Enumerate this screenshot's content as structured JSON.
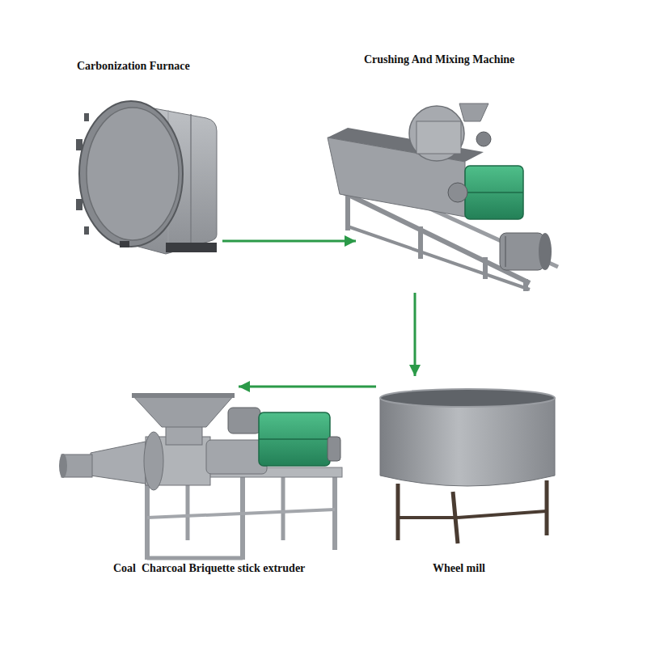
{
  "diagram": {
    "nodes": [
      {
        "text": [
          "Carbonization Furnace"
        ]
      },
      {
        "text": [
          "Crushing And Mixing Machine"
        ]
      },
      {
        "text": [
          "Coal  Charcoal Briquette stick extruder"
        ]
      },
      {
        "text": [
          "Wheel mill"
        ]
      }
    ],
    "edges": [
      {
        "from": 0,
        "to": 1,
        "arrow": "to"
      },
      {
        "from": 1,
        "to": 3,
        "arrow": "to"
      },
      {
        "from": 3,
        "to": 2,
        "arrow": "to"
      }
    ]
  }
}
